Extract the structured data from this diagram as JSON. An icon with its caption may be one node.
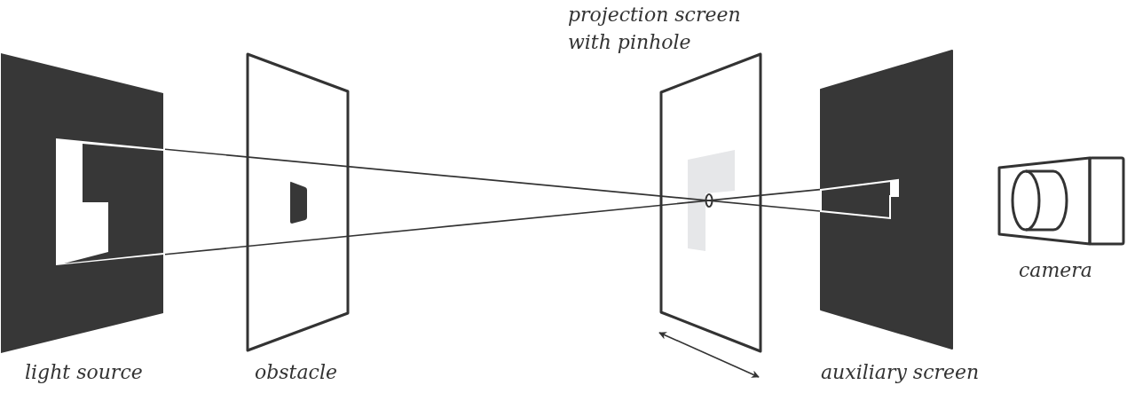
{
  "diagram": {
    "labels": [
      "projection screen with pinhole",
      "camera",
      "light source",
      "obstacle",
      "auxiliary screen"
    ]
  }
}
